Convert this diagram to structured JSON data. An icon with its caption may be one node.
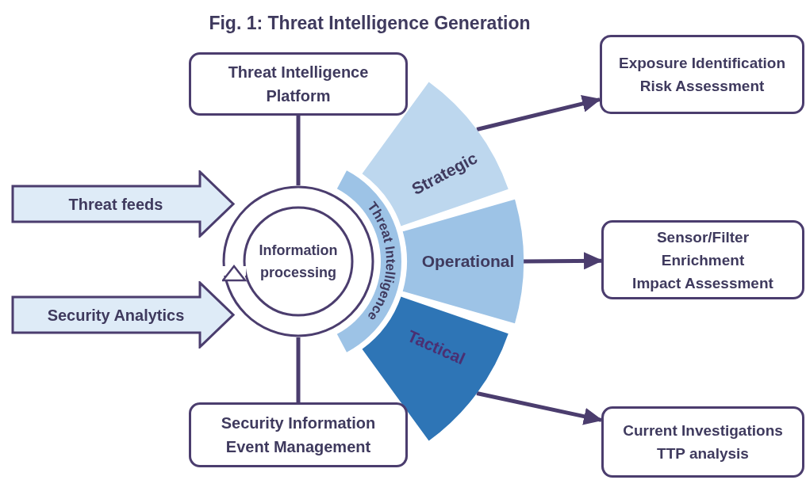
{
  "diagram": {
    "title": "Fig. 1: Threat Intelligence Generation",
    "nodes": [
      {
        "text": [
          "Threat Intelligence Platform"
        ]
      },
      {
        "text": [
          "Threat feeds"
        ]
      },
      {
        "text": [
          "Information processing"
        ]
      },
      {
        "text": [
          "Security Analytics"
        ]
      },
      {
        "text": [
          "Security Information Event Management"
        ]
      },
      {
        "text": [
          "Threat Intelligence"
        ]
      },
      {
        "text": [
          "Strategic"
        ]
      },
      {
        "text": [
          "Operational"
        ]
      },
      {
        "text": [
          "Tactical"
        ]
      },
      {
        "text": [
          "Exposure Identification",
          "Risk Assessment"
        ]
      },
      {
        "text": [
          "Sensor/Filter",
          "Enrichment",
          "Impact Assessment"
        ]
      },
      {
        "text": [
          "Current Investigations",
          "TTP analysis"
        ]
      }
    ],
    "edges": [
      {
        "from": 0,
        "to": 2,
        "arrow": "none"
      },
      {
        "from": 4,
        "to": 2,
        "arrow": "none"
      },
      {
        "from": 6,
        "to": 9,
        "arrow": "to"
      },
      {
        "from": 7,
        "to": 10,
        "arrow": "to"
      },
      {
        "from": 8,
        "to": 11,
        "arrow": "to"
      }
    ]
  }
}
